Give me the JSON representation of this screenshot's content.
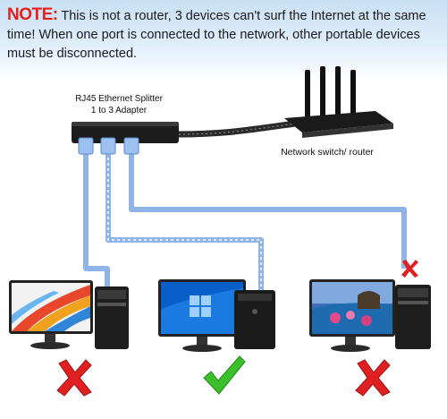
{
  "note": {
    "label": "NOTE:",
    "text": " This is not a router, 3 devices can't surf the Internet at the same time! When one port is connected to the network, other portable devices must be disconnected."
  },
  "splitter": {
    "label_line1": "RJ45 Ethernet Splitter",
    "label_line2": "1 to 3 Adapter"
  },
  "router": {
    "label": "Network switch/ router"
  },
  "devices": [
    {
      "position": "left",
      "status": "not-working",
      "mark": "red-x-icon"
    },
    {
      "position": "center",
      "status": "working",
      "mark": "green-check-icon"
    },
    {
      "position": "right",
      "status": "not-working",
      "mark": "red-x-icon"
    }
  ],
  "colors": {
    "note_red": "#e3201b",
    "cable_blue": "#8fb4ea",
    "x_red": "#e02020",
    "check_green": "#3bbf2a"
  }
}
